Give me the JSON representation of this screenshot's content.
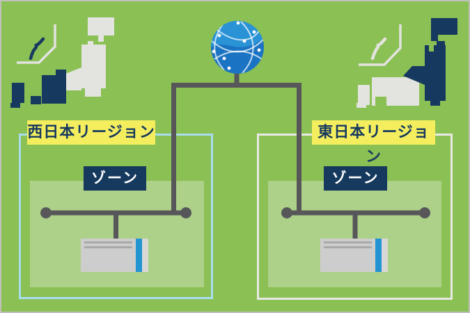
{
  "diagram_title": "cloud-regions-zones-diagram",
  "colors": {
    "canvas_bg": "#8bc055",
    "canvas_border": "#c1c1bb",
    "zone_fill": "#aed189",
    "region_west_border": "#a9dcec",
    "region_east_border": "#e9e9e5",
    "region_label_bg": "#f4ee5f",
    "region_label_text": "#16395e",
    "zone_label_bg": "#16395e",
    "zone_label_text": "#ffffff",
    "connector_gray": "#57575a",
    "globe_blue_dark": "#1b74c3",
    "globe_blue_light": "#2a93d6",
    "map_gray": "#e3e3df",
    "map_navy": "#16395f",
    "server_body": "#cdcdcd",
    "server_stripe_blue": "#2394d2"
  },
  "globe": {
    "icon": "globe-network-icon"
  },
  "regions": [
    {
      "id": "west",
      "label": "西日本リージョン",
      "zone_label": "ゾーン",
      "map_icon": "japan-map-west-highlighted-icon",
      "server_icon": "server-icon"
    },
    {
      "id": "east",
      "label": "東日本リージョン",
      "zone_label": "ゾーン",
      "map_icon": "japan-map-east-highlighted-icon",
      "server_icon": "server-icon"
    }
  ]
}
